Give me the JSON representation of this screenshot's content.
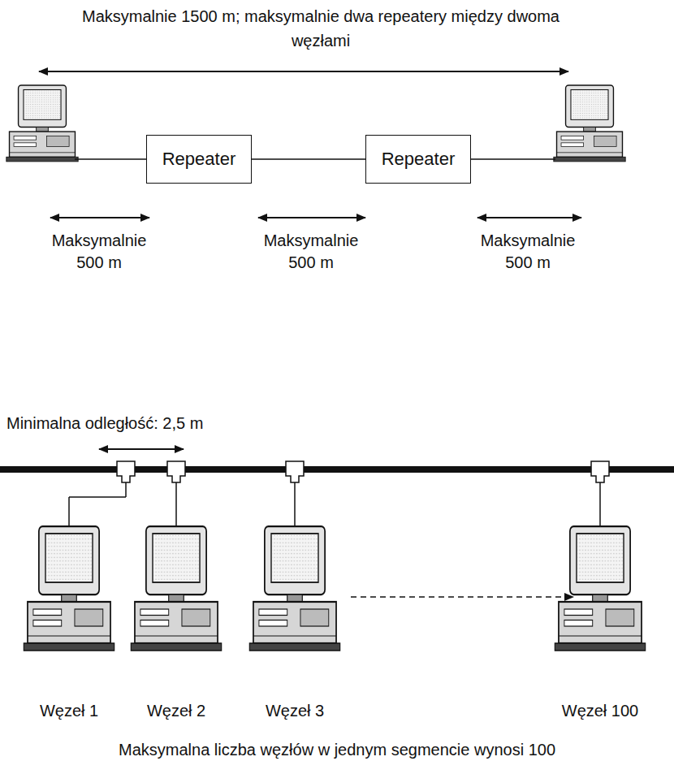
{
  "diagram": {
    "caption": "Maksymalna liczba węzłów w jednym segmencie wynosi 100",
    "nodes": [
      {
        "text": [
          "Repeater"
        ]
      },
      {
        "text": [
          "Repeater"
        ]
      }
    ],
    "edges": [
      {
        "from": 0,
        "to": 1,
        "arrow": "none"
      }
    ],
    "labels": [
      "Maksymalnie 1500 m; maksymalnie dwa repeatery między dwoma węzłami",
      "Maksymalnie 500 m",
      "Maksymalnie 500 m",
      "Maksymalnie 500 m",
      "Minimalna odległość: 2,5 m",
      "Węzeł 1",
      "Węzeł 2",
      "Węzeł 3",
      "Węzeł 100"
    ]
  }
}
